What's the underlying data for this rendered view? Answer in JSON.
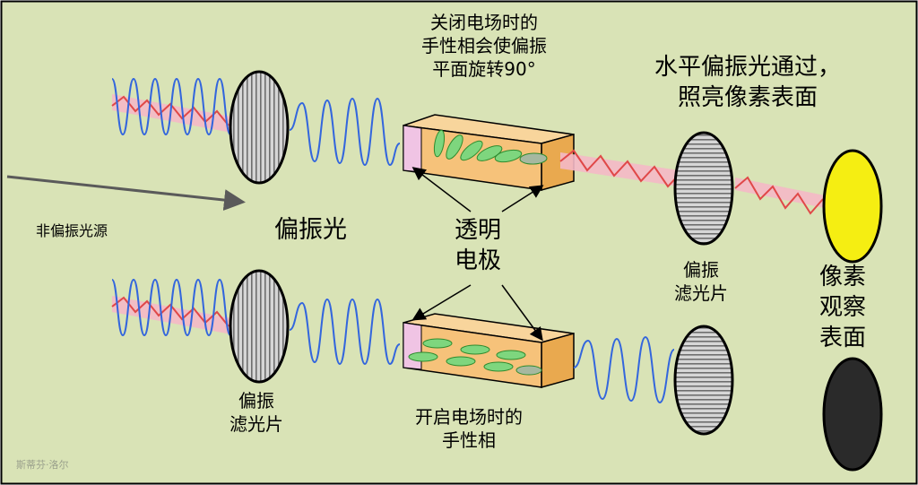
{
  "labels": {
    "source": "非偏振光源",
    "polarized_light": "偏振光",
    "electrode": [
      "透明",
      "电极"
    ],
    "field_off_caption": [
      "关闭电场时的",
      "手性相会使偏振",
      "平面旋转90°"
    ],
    "horizontal_pass": [
      "水平偏振光通过，",
      "照亮像素表面"
    ],
    "filter_right": [
      "偏振",
      "滤光片"
    ],
    "filter_bottom_left": [
      "偏振",
      "滤光片"
    ],
    "field_on_caption": [
      "开启电场时的",
      "手性相"
    ],
    "pixel_surface": [
      "像素",
      "观察",
      "表面"
    ],
    "credit": "斯蒂芬·洛尔"
  },
  "colors": {
    "background": "#d9e3b6",
    "border": "#000000",
    "wave_blue": "#3366dd",
    "wave_red": "#e04848",
    "wave_pink": "#f4b8c6",
    "lc_cell": "#f6c27a",
    "lc_face": "#f0c4e4",
    "lc_molecule": "#7ed67e",
    "filter_fill": "#cfcfcf",
    "pixel_lit": "#f5ee12",
    "pixel_dark": "#2a2a2a",
    "arrow": "#5a5a5a"
  },
  "icons": [
    "vertical-polarizer-icon",
    "horizontal-polarizer-icon",
    "lc-cell-icon",
    "arrow-icon"
  ]
}
